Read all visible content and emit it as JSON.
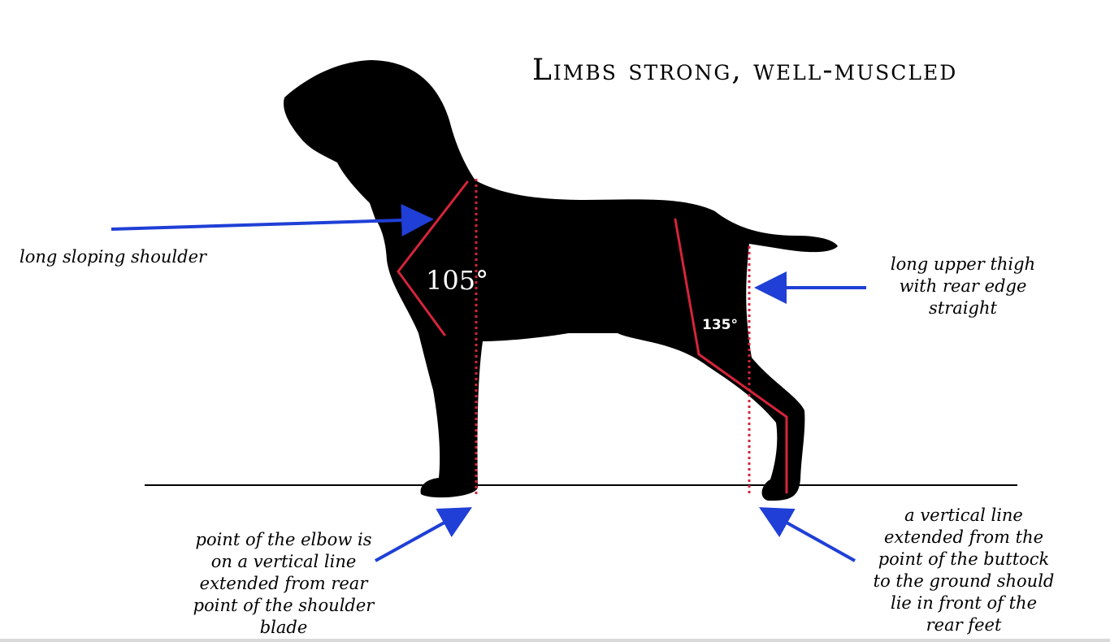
{
  "title": "Limbs strong, well-muscled",
  "angles": {
    "shoulder": "105°",
    "hindquarter": "135°"
  },
  "labels": {
    "shoulder": "long sloping shoulder",
    "thigh": "long upper thigh with rear edge straight",
    "elbow": "point of the elbow is on a vertical line extended from rear point of the shoulder blade",
    "buttock": "a vertical line extended from the point of the buttock to the ground should lie in front of the rear feet"
  },
  "colors": {
    "silhouette": "#000000",
    "angle_lines": "#d6243a",
    "arrows": "#1f3fd6",
    "ground": "#000000"
  }
}
